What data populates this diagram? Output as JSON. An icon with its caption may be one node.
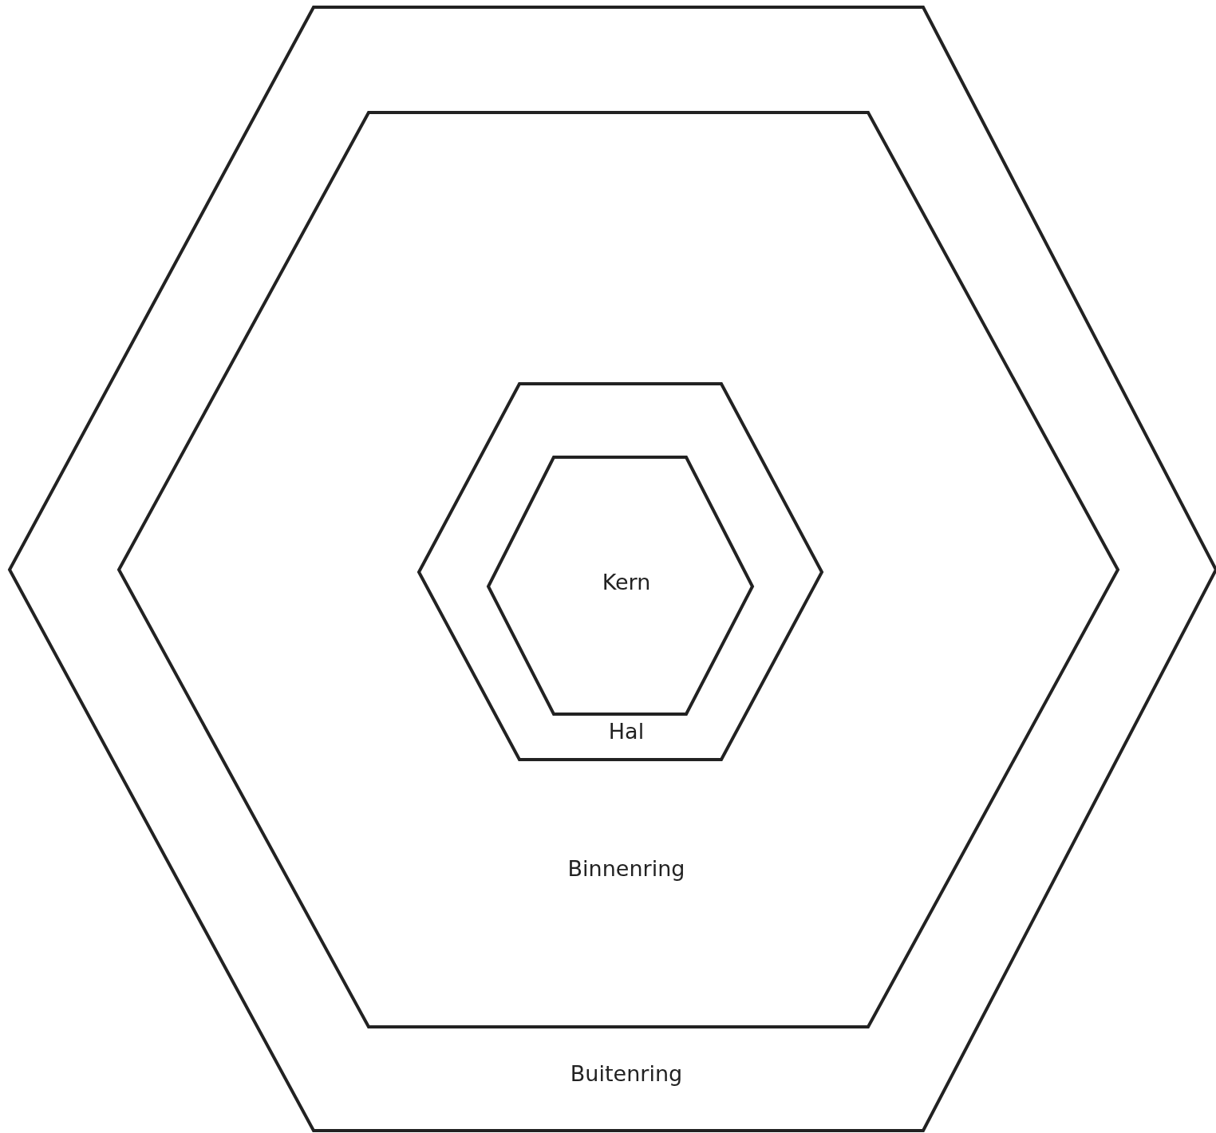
{
  "diagram": {
    "nodes": [
      {
        "text": [
          "Buitenring"
        ]
      },
      {
        "text": [
          "Binnenring"
        ],
        "in": 0
      },
      {
        "text": [
          "Hal"
        ],
        "in": 1
      },
      {
        "text": [
          "Kern"
        ],
        "in": 2
      }
    ]
  }
}
